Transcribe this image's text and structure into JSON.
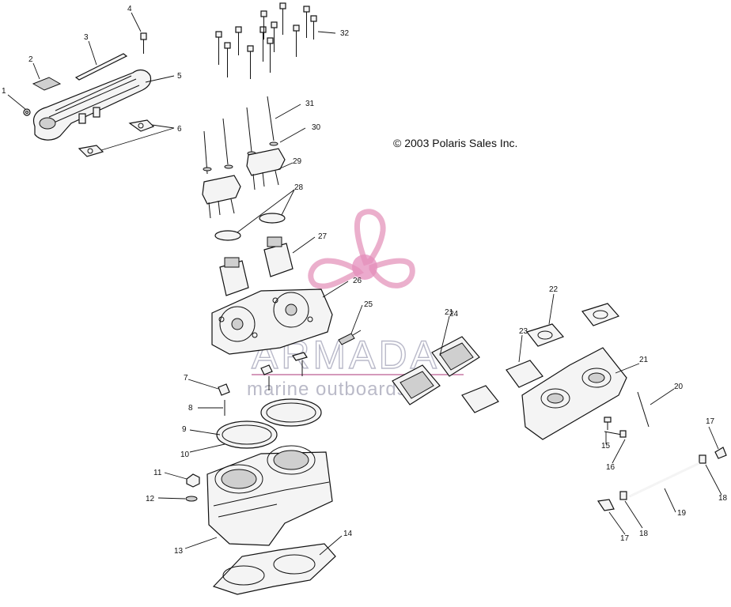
{
  "copyright": "© 2003 Polaris Sales Inc.",
  "watermark": {
    "title": "ARMADA",
    "subtitle": "marine outboards",
    "logo_color": "#e8a2c4",
    "logo_center_color": "#e07ab0",
    "icon": "propeller-logo-icon"
  },
  "callouts": [
    "1",
    "2",
    "3",
    "4",
    "5",
    "6",
    "7",
    "8",
    "9",
    "10",
    "11",
    "12",
    "13",
    "14",
    "15",
    "16",
    "17",
    "17",
    "18",
    "18",
    "19",
    "20",
    "21",
    "21",
    "22",
    "23",
    "24",
    "25",
    "26",
    "27",
    "28",
    "29",
    "30",
    "31",
    "32"
  ]
}
